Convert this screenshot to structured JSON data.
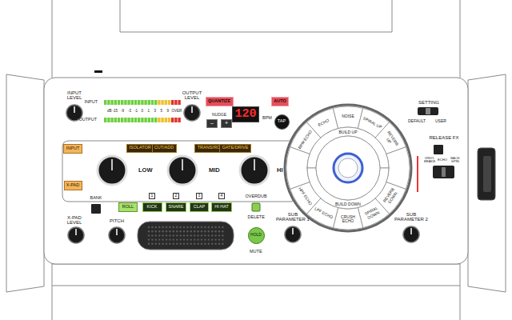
{
  "diagram": {
    "nodes": [
      {
        "text": [
          "QUANTIZE"
        ]
      },
      {
        "text": [
          "120"
        ]
      },
      {
        "text": [
          "AUTO"
        ]
      },
      {
        "text": [
          "–"
        ]
      },
      {
        "text": [
          "+"
        ]
      },
      {
        "text": [
          "TAP"
        ]
      },
      {
        "text": [
          "INPUT"
        ]
      },
      {
        "text": [
          "ISOLATOR"
        ]
      },
      {
        "text": [
          "CUT/ADD"
        ]
      },
      {
        "text": [
          "TRANS/ROLL"
        ]
      },
      {
        "text": [
          "GATE/DRIVE"
        ]
      },
      {
        "text": [
          "X-PAD"
        ]
      },
      {
        "text": [
          "1"
        ]
      },
      {
        "text": [
          "2"
        ]
      },
      {
        "text": [
          "3"
        ]
      },
      {
        "text": [
          "4"
        ]
      },
      {
        "text": [
          "ROLL"
        ]
      },
      {
        "text": [
          "KICK"
        ]
      },
      {
        "text": [
          "SNARE"
        ]
      },
      {
        "text": [
          "CLAP"
        ]
      },
      {
        "text": [
          "HI HAT"
        ]
      },
      {
        "text": [
          "HOLD"
        ]
      },
      {
        "text": [
          "BPM ECHO"
        ]
      },
      {
        "text": [
          "ECHO"
        ]
      },
      {
        "text": [
          "NOISE"
        ]
      },
      {
        "text": [
          "SPIRAL UP"
        ]
      },
      {
        "text": [
          "REVERB UP"
        ]
      },
      {
        "text": [
          "HPF ECHO"
        ]
      },
      {
        "text": [
          "LPF ECHO"
        ]
      },
      {
        "text": [
          "CRUSH ECHO"
        ]
      },
      {
        "text": [
          "SPIRAL DOWN"
        ]
      },
      {
        "text": [
          "REVERB DOWN"
        ]
      }
    ],
    "labels": [
      "INPUT LEVEL",
      "INPUT",
      "OUTPUT",
      "dB",
      "-15",
      "-9",
      "-3",
      "-1",
      "0",
      "1",
      "3",
      "5",
      "9",
      "OVER",
      "OUTPUT LEVEL",
      "NUDGE",
      "BPM",
      "SETTING",
      "DEFAULT",
      "USER",
      "RELEASE FX",
      "VINYL BRAKE",
      "ECHO",
      "BACK SPIN",
      "LOW",
      "MID",
      "HI",
      "BUILD UP",
      "BUILD DOWN",
      "BANK",
      "OVERDUB",
      "DELETE",
      "MUTE",
      "X-PAD LEVEL",
      "PITCH",
      "SUB PARAMETER 1",
      "SUB PARAMETER 2"
    ]
  }
}
